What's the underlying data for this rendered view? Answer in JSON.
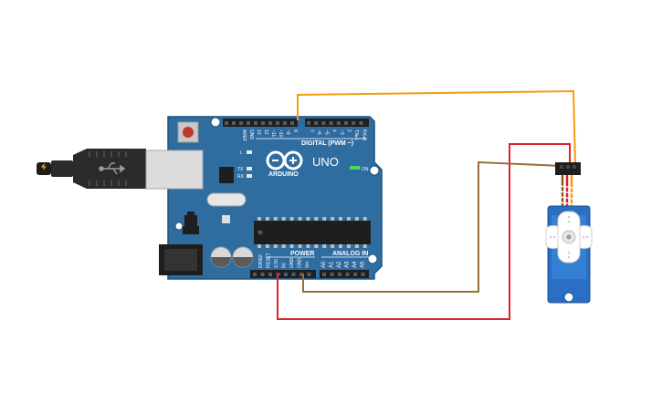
{
  "board": {
    "brand": "ARDUINO",
    "model": "UNO",
    "digital_header_label": "DIGITAL (PWM ~)",
    "power_header_label": "POWER",
    "analog_header_label": "ANALOG IN",
    "on_label": "ON",
    "l_label": "L",
    "tx_label": "TX",
    "rx_label": "RX",
    "top_pins": [
      "AREF",
      "GND",
      "13",
      "12",
      "~11",
      "~10",
      "~9",
      "8",
      "7",
      "~6",
      "~5",
      "4",
      "~3",
      "2",
      "TX▸1",
      "RX◂0"
    ],
    "power_pins": [
      "IOREF",
      "RESET",
      "3.3V",
      "5V",
      "GND",
      "GND",
      "Vin"
    ],
    "analog_pins": [
      "A0",
      "A1",
      "A2",
      "A3",
      "A4",
      "A5"
    ]
  },
  "wires": [
    {
      "id": "signal",
      "color": "#f39c12",
      "from": "8",
      "to": "servo-signal"
    },
    {
      "id": "power",
      "color": "#d9232d",
      "from": "5V",
      "to": "servo-power"
    },
    {
      "id": "ground",
      "color": "#9a6b3c",
      "from": "GND",
      "to": "servo-ground"
    }
  ],
  "colors": {
    "board": "#2f6c9f",
    "board_edge": "#1f5582",
    "servo_body": "#2a6fc2",
    "usb_plug": "#2b2b2b"
  }
}
